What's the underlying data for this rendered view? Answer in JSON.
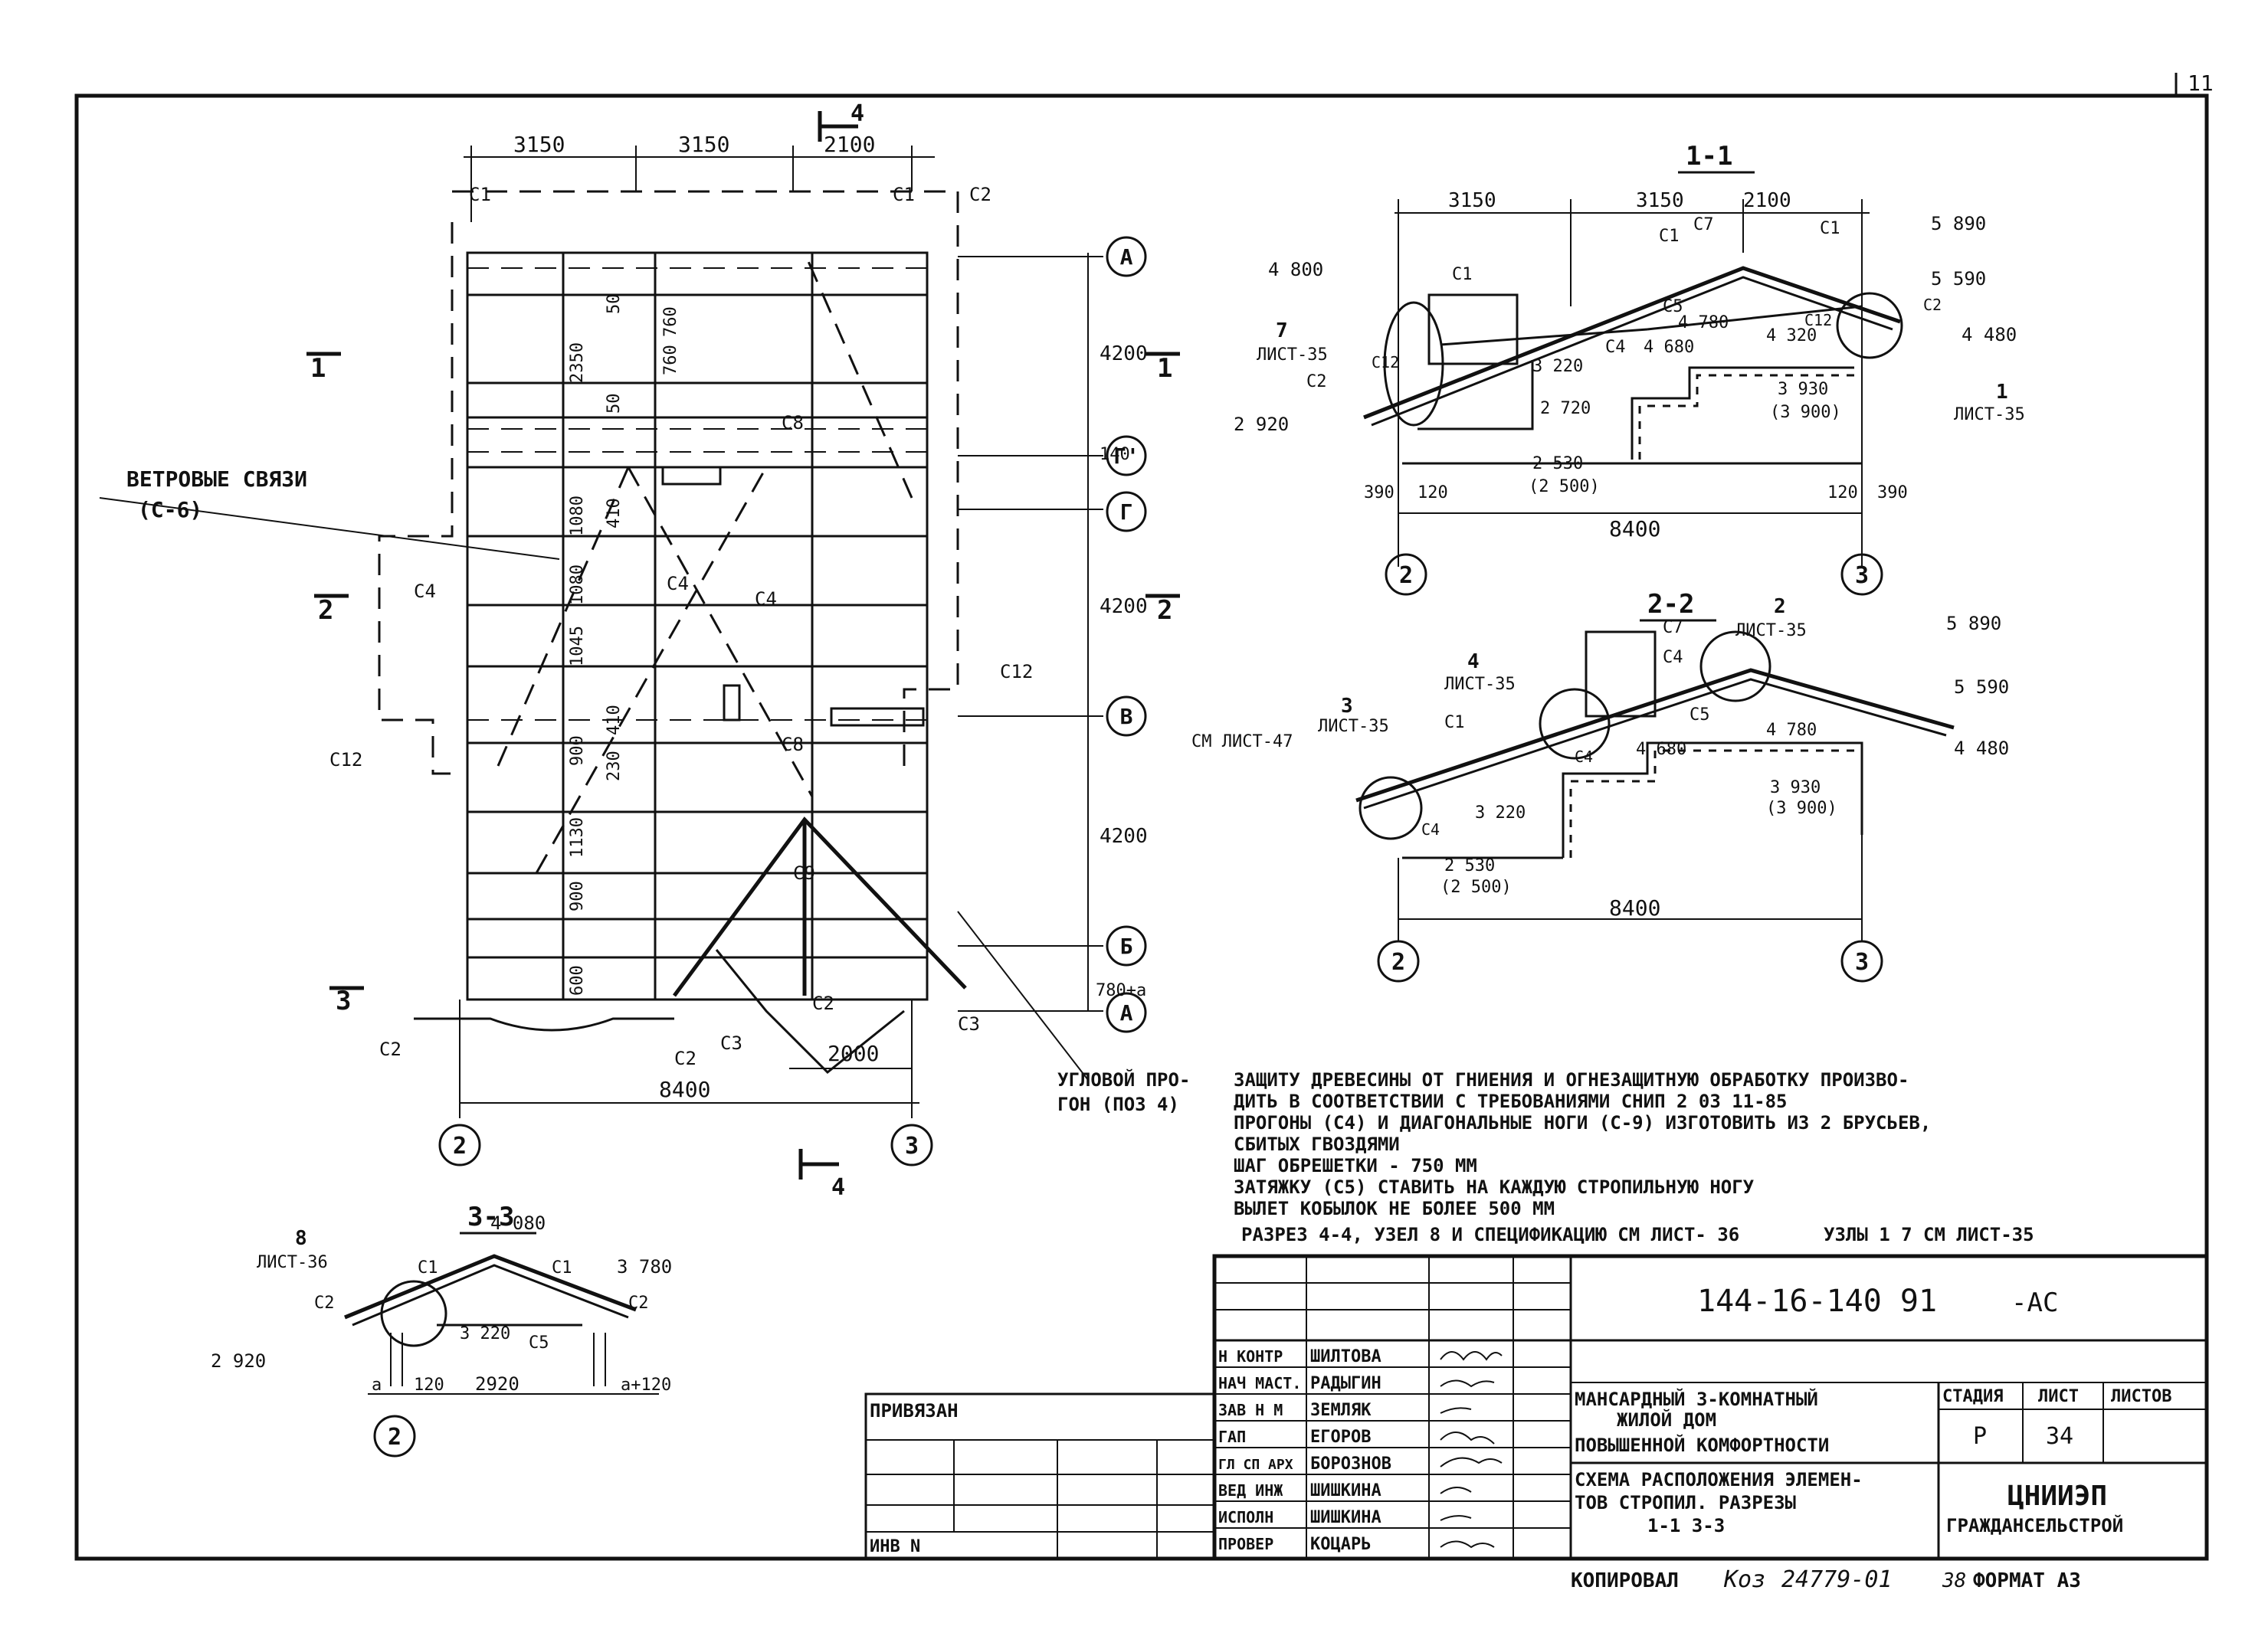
{
  "page_number": "11",
  "plan": {
    "dims_top": [
      "3150",
      "3150",
      "2100"
    ],
    "dims_right": [
      "4200",
      "140",
      "4200",
      "4200",
      "780+a"
    ],
    "dim_bottom": "8400",
    "dim_bottom_small": "2000",
    "axes_letters": [
      "А",
      "Г'",
      "Г",
      "В",
      "Б",
      "А"
    ],
    "axes_numbers": [
      "2",
      "3"
    ],
    "section_marks": [
      "1",
      "1",
      "2",
      "2",
      "3",
      "4",
      "4"
    ],
    "element_labels": [
      "С1",
      "С1",
      "С2",
      "С4",
      "С4",
      "С4",
      "С8",
      "С8",
      "С12",
      "С12",
      "С9",
      "С2",
      "С2",
      "С3",
      "С3",
      "С2"
    ],
    "internal_dims": [
      "2350",
      "1080",
      "1080",
      "1045",
      "900",
      "1130",
      "900",
      "600",
      "760",
      "760",
      "50",
      "50",
      "410",
      "410",
      "230"
    ],
    "wind_bracing": "ВЕТРОВЫЕ СВЯЗИ",
    "wind_bracing_ref": "(С-6)",
    "corner_purlin_1": "УГЛОВОЙ ПРО-",
    "corner_purlin_2": "ГОН (ПОЗ 4)"
  },
  "section_1_1": {
    "title": "1-1",
    "dims_top": [
      "3150",
      "3150",
      "2100"
    ],
    "dim_bottom": "8400",
    "dims_small": [
      "390",
      "120",
      "120",
      "390"
    ],
    "levels": [
      "5 890",
      "5 590",
      "4 800",
      "4 780",
      "4 680",
      "4 480",
      "4 320",
      "3 220",
      "2 920",
      "2 720",
      "3 930",
      "(3 900)",
      "2 530",
      "(2 500)"
    ],
    "refs": [
      {
        "n": "7",
        "sheet": "ЛИСТ-35"
      },
      {
        "n": "1",
        "sheet": "ЛИСТ-35"
      }
    ],
    "labels": [
      "С1",
      "С1",
      "С7",
      "С1",
      "С2",
      "С5",
      "С4",
      "С12",
      "С12",
      "С2"
    ],
    "axes": [
      "2",
      "3"
    ]
  },
  "section_2_2": {
    "title": "2-2",
    "dim_bottom": "8400",
    "levels": [
      "5 890",
      "5 590",
      "4 780",
      "4 680",
      "4 480",
      "3 220",
      "3 930",
      "(3 900)",
      "2 530",
      "(2 500)"
    ],
    "refs": [
      {
        "n": "2",
        "sheet": "ЛИСТ-35"
      },
      {
        "n": "4",
        "sheet": "ЛИСТ-35"
      },
      {
        "n": "3",
        "sheet": "ЛИСТ-35"
      }
    ],
    "see_sheet": "СМ ЛИСТ-47",
    "labels": [
      "С7",
      "С4",
      "С5",
      "С1",
      "С4",
      "С4"
    ],
    "axes": [
      "2",
      "3"
    ]
  },
  "section_3_3": {
    "title": "3-3",
    "levels": [
      "4 080",
      "3 780",
      "3 220",
      "2 920"
    ],
    "ref": {
      "n": "8",
      "sheet": "ЛИСТ-36"
    },
    "dims": [
      "а",
      "120",
      "2920",
      "а+120"
    ],
    "labels": [
      "С1",
      "С1",
      "С2",
      "С2",
      "С5"
    ],
    "axis": "2"
  },
  "notes": [
    "ЗАЩИТУ ДРЕВЕСИНЫ ОТ ГНИЕНИЯ И ОГНЕЗАЩИТНУЮ ОБРАБОТКУ ПРОИЗВО-",
    "ДИТЬ В СООТВЕТСТВИИ С ТРЕБОВАНИЯМИ СНИП 2 03 11-85",
    "ПРОГОНЫ (С4) И ДИАГОНАЛЬНЫЕ НОГИ (С-9) ИЗГОТОВИТЬ ИЗ 2 БРУСЬЕВ,",
    "СБИТЫХ ГВОЗДЯМИ",
    "ШАГ ОБРЕШЕТКИ - 750 ММ",
    "ЗАТЯЖКУ (С5) СТАВИТЬ НА КАЖДУЮ СТРОПИЛЬНУЮ НОГУ",
    "ВЫЛЕТ КОБЫЛОК НЕ БОЛЕЕ 500 ММ"
  ],
  "notes_last_left": "РАЗРЕЗ 4-4, УЗЕЛ 8 И СПЕЦИФИКАЦИЮ СМ ЛИСТ- 36",
  "notes_last_right": "УЗЛЫ 1 7 СМ ЛИСТ-35",
  "title_block": {
    "code": "144-16-140 91",
    "suffix": "-АС",
    "roles": [
      "Н КОНТР",
      "НАЧ МАСТ.",
      "ЗАВ Н М",
      "ГАП",
      "ГЛ СП АРХ",
      "ВЕД ИНЖ",
      "ИСПОЛН",
      "ПРОВЕР"
    ],
    "names": [
      "ШИЛТОВА",
      "РАДЫГИН",
      "ЗЕМЛЯК",
      "ЕГОРОВ",
      "БОРОЗНОВ",
      "ШИШКИНА",
      "ШИШКИНА",
      "КОЦАРЬ"
    ],
    "project_1": "МАНСАРДНЫЙ 3-КОМНАТНЫЙ",
    "project_2": "ЖИЛОЙ ДОМ",
    "project_3": "ПОВЫШЕННОЙ КОМФОРТНОСТИ",
    "sheet_title_1": "СХЕМА РАСПОЛОЖЕНИЯ ЭЛЕМЕН-",
    "sheet_title_2": "ТОВ СТРОПИЛ. РАЗРЕЗЫ",
    "sheet_title_3": "1-1      3-3",
    "stage_label": "СТАДИЯ",
    "sheet_label": "ЛИСТ",
    "sheets_label": "ЛИСТОВ",
    "stage": "Р",
    "sheet": "34",
    "org_1": "ЦНИИЭП",
    "org_2": "ГРАЖДАНСЕЛЬСТРОЙ",
    "attached": "ПРИВЯЗАН",
    "inv": "ИНВ N"
  },
  "footer_copy": "КОПИРОВАЛ",
  "footer_sig": "Коз",
  "footer_num": "24779-01",
  "footer_sheet": "38",
  "footer_format": "ФОРМАТ А3"
}
